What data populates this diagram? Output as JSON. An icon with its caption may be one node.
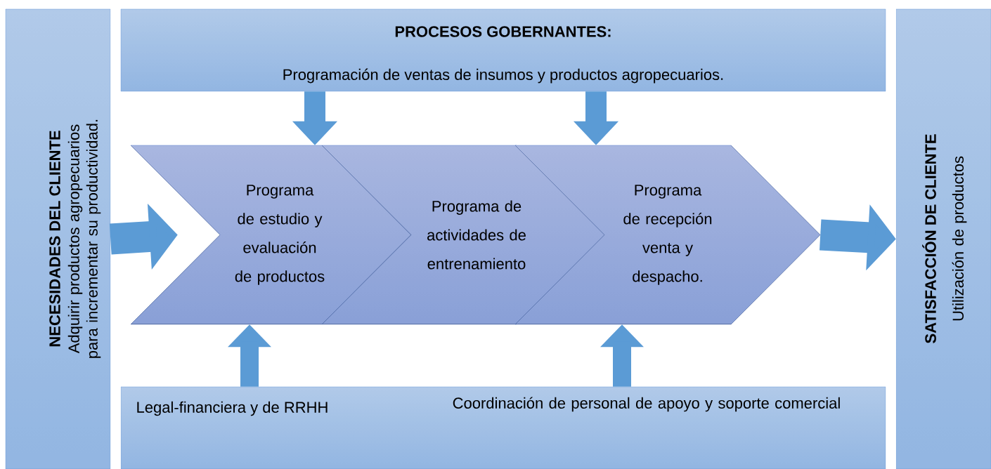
{
  "diagram": {
    "nodes": [
      {
        "text": [
          "NECESIDADES DEL CLIENTE",
          "Adquirir productos agropecuarios para incrementar su productividad."
        ]
      },
      {
        "text": [
          "PROCESOS GOBERNANTES:",
          "Programación de ventas de insumos y productos agropecuarios."
        ]
      },
      {
        "text": [
          "Programa de estudio y evaluación de productos"
        ]
      },
      {
        "text": [
          "Programa de actividades de entrenamiento"
        ]
      },
      {
        "text": [
          "Programa de recepción venta y despacho."
        ]
      },
      {
        "text": [
          "SATISFACCIÓN DE CLIENTE",
          "Utilización de productos"
        ]
      },
      {
        "text": [
          "Legal-financiera y de RRHH",
          "Coordinación de personal de apoyo y soporte comercial"
        ]
      }
    ],
    "edges": [
      {
        "from": 0,
        "to": 2,
        "arrow": "to"
      },
      {
        "from": 1,
        "to": 2,
        "arrow": "to"
      },
      {
        "from": 1,
        "to": 4,
        "arrow": "to"
      },
      {
        "from": 6,
        "to": 2,
        "arrow": "to"
      },
      {
        "from": 6,
        "to": 4,
        "arrow": "to"
      },
      {
        "from": 4,
        "to": 5,
        "arrow": "to"
      }
    ]
  }
}
